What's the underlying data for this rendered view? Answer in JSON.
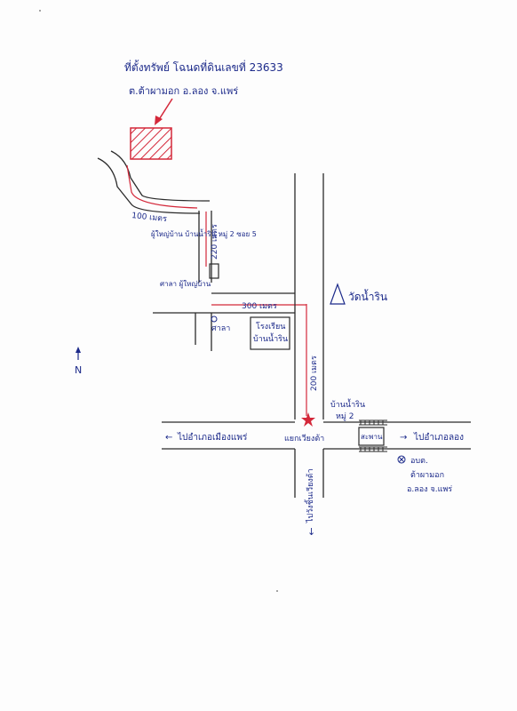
{
  "title": {
    "line1": "ที่ตั้งทรัพย์ โฉนดที่ดินเลขที่ 23633",
    "line2": "ต.ต้าผามอก อ.ลอง จ.แพร่"
  },
  "distances": {
    "d100": "100 เมตร",
    "d220": "220 เมตร",
    "d300": "300 เมตร",
    "d200": "200 เมตร"
  },
  "labels": {
    "village_head": "ผู้ใหญ่บ้าน บ้านน้ำริน หมู่ 2 ซอย 5",
    "sala_upper": "ศาลา ผู้ใหญ่บ้าน",
    "sala": "ศาลา",
    "school_line1": "โรงเรียน",
    "school_line2": "บ้านน้ำริน",
    "temple": "วัดน้ำริน",
    "village_line1": "บ้านน้ำริน",
    "village_line2": "หมู่ 2",
    "junction": "แยกเวียงต้า",
    "rail": "สะพาน",
    "to_muang": "ไปอำเภอเมืองแพร่",
    "to_long": "ไปอำเภอลอง",
    "to_south": "ไปวังชิ้นเวียงต้า",
    "office_line1": "อบต.",
    "office_line2": "ต้าผามอก",
    "office_line3": "อ.ลอง จ.แพร่",
    "north": "N"
  },
  "colors": {
    "ink": "#1c2a8a",
    "road": "#2b2b2b",
    "highlight": "#d4283a"
  }
}
